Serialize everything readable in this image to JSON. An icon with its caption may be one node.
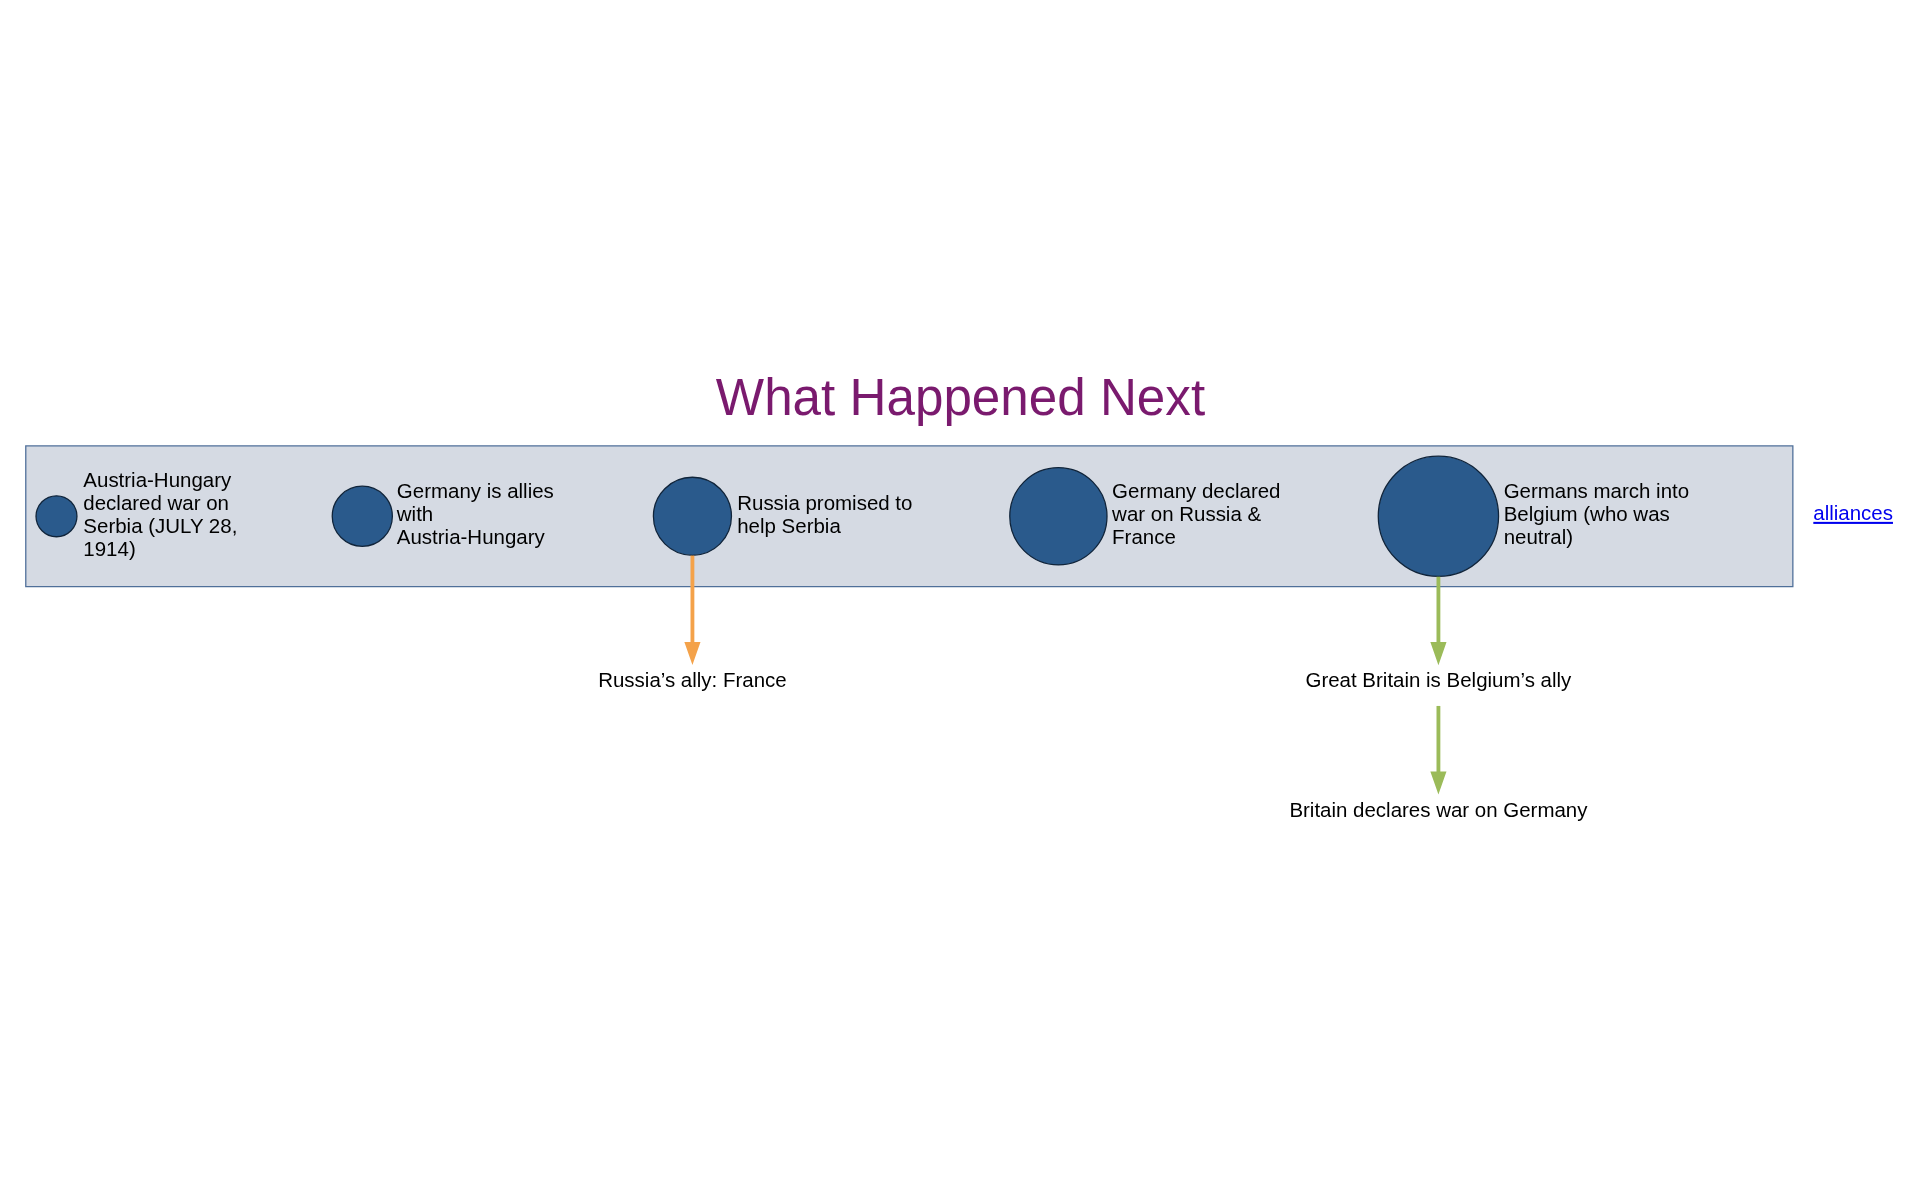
{
  "diagram": {
    "title": "What Happened Next",
    "nodes": [
      {
        "text": [],
        "shape": "arrow"
      },
      {
        "text": [],
        "shape": "circle",
        "in": 0,
        "beside": [
          "Austria-Hungary declared war on Serbia (JULY 28, 1914)"
        ]
      },
      {
        "text": [],
        "shape": "circle",
        "in": 0,
        "beside": [
          "Germany is allies with Austria-Hungary"
        ]
      },
      {
        "text": [],
        "shape": "circle",
        "in": 0,
        "beside": [
          "Russia promised to help Serbia"
        ]
      },
      {
        "text": [],
        "shape": "circle",
        "in": 0,
        "beside": [
          "Germany declared war on Russia & France"
        ]
      },
      {
        "text": [],
        "shape": "circle",
        "in": 0,
        "beside": [
          "Germans march into Belgium (who was neutral)"
        ]
      },
      {
        "text": [
          "Russia’s ally: France"
        ]
      },
      {
        "text": [
          "Great Britain is Belgium’s ally"
        ]
      },
      {
        "text": [
          "Britain declares war on Germany"
        ]
      }
    ],
    "edges": [
      {
        "from": 3,
        "to": 6,
        "arrow": "to",
        "color": "#f4a24a"
      },
      {
        "from": 5,
        "to": 7,
        "arrow": "to",
        "color": "#9bbb59"
      },
      {
        "from": 7,
        "to": 8,
        "arrow": "to",
        "color": "#9bbb59"
      }
    ],
    "labels": [
      "alliances"
    ]
  }
}
